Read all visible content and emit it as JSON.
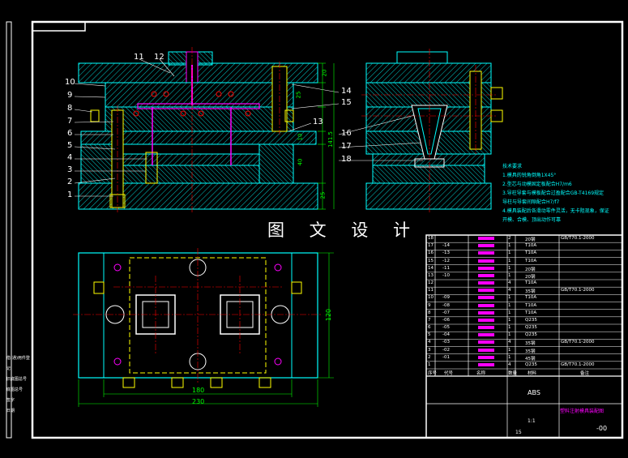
{
  "callouts_left": [
    "1",
    "2",
    "3",
    "4",
    "5",
    "6",
    "7",
    "8",
    "9",
    "10"
  ],
  "callouts_top": [
    "11",
    "12"
  ],
  "callouts_right": [
    "13",
    "14",
    "15",
    "16",
    "17",
    "18"
  ],
  "dimensions": {
    "side_h1": "20",
    "side_h2": "25",
    "side_h3": "10",
    "side_h4": "40",
    "side_h5": "25",
    "side_total": "141.5",
    "plan_width_inner": "180",
    "plan_width_outer": "230",
    "plan_height": "120"
  },
  "watermark": "图 文 设 计",
  "notes": {
    "title": "技术要求",
    "lines": [
      "1.模具的锐角倒角1X45°",
      "2.型芯与动模固定板配合H7/m6",
      "3.导柱导套与模板配合过盈配合GB-T4169规定",
      "  导柱与导套间隙配合H7/f7",
      "4.模具装配后各滑动零件灵活，无卡阻现象，保证",
      "  开模、合模、顶出动作可靠"
    ]
  },
  "bom_rows": [
    {
      "no": "18",
      "code": "",
      "qty": "2",
      "mat": "20钢",
      "std": "GB/T70.1-2000"
    },
    {
      "no": "17",
      "code": "-14",
      "qty": "1",
      "mat": "T10A",
      "std": ""
    },
    {
      "no": "16",
      "code": "-13",
      "qty": "1",
      "mat": "T10A",
      "std": ""
    },
    {
      "no": "15",
      "code": "-12",
      "qty": "1",
      "mat": "T10A",
      "std": ""
    },
    {
      "no": "14",
      "code": "-11",
      "qty": "1",
      "mat": "20钢",
      "std": ""
    },
    {
      "no": "13",
      "code": "-10",
      "qty": "1",
      "mat": "20钢",
      "std": ""
    },
    {
      "no": "12",
      "code": "",
      "qty": "4",
      "mat": "T10A",
      "std": ""
    },
    {
      "no": "11",
      "code": "",
      "qty": "4",
      "mat": "35钢",
      "std": "GB/T70.1-2000"
    },
    {
      "no": "10",
      "code": "-09",
      "qty": "1",
      "mat": "T10A",
      "std": ""
    },
    {
      "no": "9",
      "code": "-08",
      "qty": "1",
      "mat": "T10A",
      "std": ""
    },
    {
      "no": "8",
      "code": "-07",
      "qty": "1",
      "mat": "T10A",
      "std": ""
    },
    {
      "no": "7",
      "code": "-06",
      "qty": "1",
      "mat": "Q235",
      "std": ""
    },
    {
      "no": "6",
      "code": "-05",
      "qty": "1",
      "mat": "Q235",
      "std": ""
    },
    {
      "no": "5",
      "code": "-04",
      "qty": "1",
      "mat": "Q235",
      "std": ""
    },
    {
      "no": "4",
      "code": "-03",
      "qty": "4",
      "mat": "35钢",
      "std": "GB/T70.1-2000"
    },
    {
      "no": "3",
      "code": "-02",
      "qty": "1",
      "mat": "35钢",
      "std": ""
    },
    {
      "no": "2",
      "code": "-01",
      "qty": "1",
      "mat": "45钢",
      "std": ""
    },
    {
      "no": "1",
      "code": "",
      "qty": "4",
      "mat": "Q235",
      "std": "GB/T70.1-2000"
    }
  ],
  "bom_header": [
    "序号",
    "代号",
    "名称",
    "数量",
    "材料",
    "备注"
  ],
  "title_block": {
    "material": "ABS",
    "drawing_name": "塑料注射模具装配图",
    "scale": "1:1",
    "sheet_no": "-00",
    "sheet_count": "15"
  },
  "margin_labels": [
    "借(通)用件登记",
    "旧底图总号",
    "底图总号",
    "签字",
    "日期"
  ],
  "colors": {
    "frame": "#ffffff",
    "part": "#00ffff",
    "dim": "#00ff00",
    "center": "#ff0000",
    "callout": "#ff00ff",
    "bolt": "#ffff00"
  }
}
